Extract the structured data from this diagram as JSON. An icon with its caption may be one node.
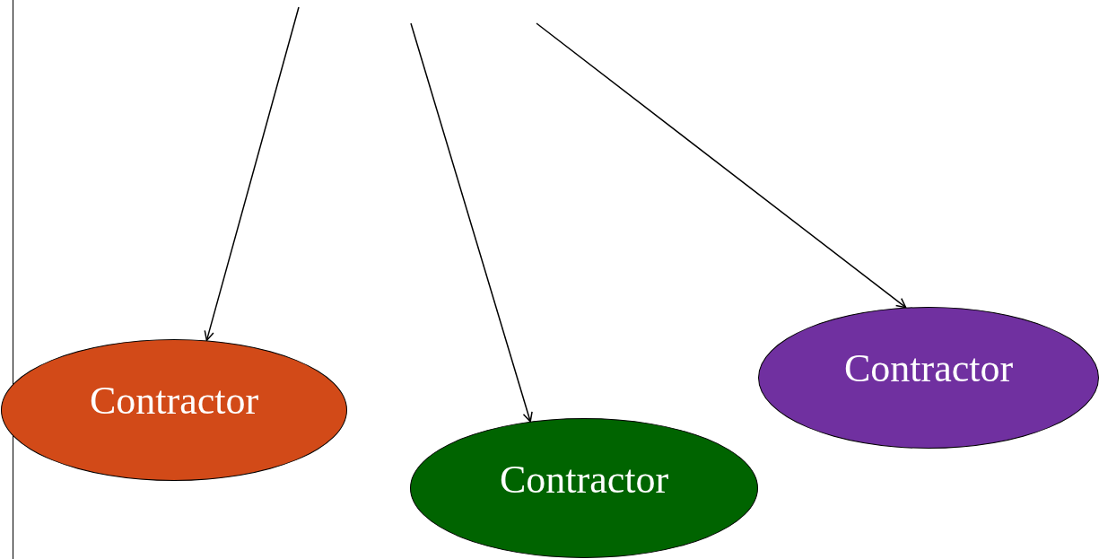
{
  "diagram": {
    "nodes": [
      {
        "text": [
          "Contractor"
        ]
      },
      {
        "text": [
          "Contractor"
        ]
      },
      {
        "text": [
          "Contractor"
        ]
      }
    ],
    "edges": [
      {
        "from": null,
        "to": 0,
        "arrow": "to"
      },
      {
        "from": null,
        "to": 1,
        "arrow": "to"
      },
      {
        "from": null,
        "to": 2,
        "arrow": "to"
      }
    ]
  }
}
